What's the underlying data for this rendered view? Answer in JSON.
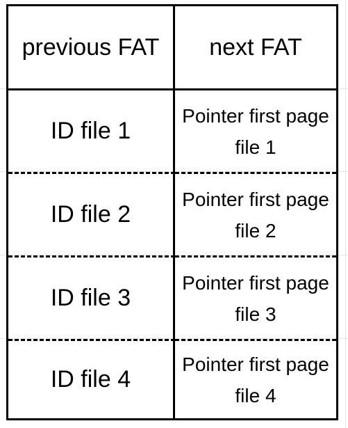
{
  "headers": {
    "left": "previous FAT",
    "right": "next FAT"
  },
  "rows": [
    {
      "id": "ID file 1",
      "pointer_line1": "Pointer first page",
      "pointer_line2": "file 1"
    },
    {
      "id": "ID file 2",
      "pointer_line1": "Pointer first page",
      "pointer_line2": "file 2"
    },
    {
      "id": "ID file 3",
      "pointer_line1": "Pointer first page",
      "pointer_line2": "file 3"
    },
    {
      "id": "ID file 4",
      "pointer_line1": "Pointer first page",
      "pointer_line2": "file 4"
    }
  ]
}
